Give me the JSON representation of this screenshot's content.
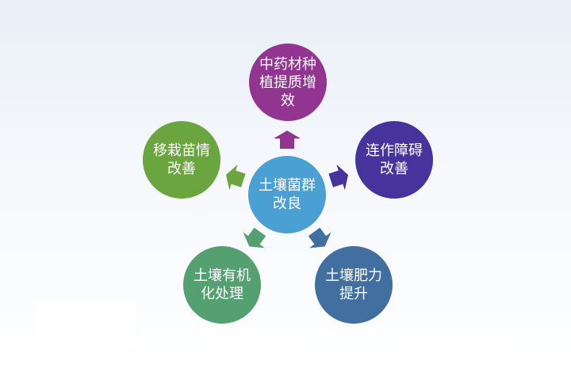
{
  "center": {
    "label": "土壤菌群改良",
    "color": "#4a9fd3"
  },
  "nodes": [
    {
      "label": "中药材种植提质增效",
      "color": "#913590"
    },
    {
      "label": "连作障碍改善",
      "color": "#46349c"
    },
    {
      "label": "土壤肥力提升",
      "color": "#416fa0"
    },
    {
      "label": "土壤有机化处理",
      "color": "#54a070"
    },
    {
      "label": "移栽苗情改善",
      "color": "#6aa53f"
    }
  ]
}
